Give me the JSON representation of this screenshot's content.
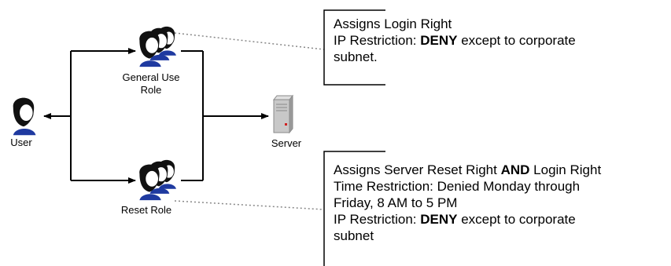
{
  "nodes": {
    "general_use_role": "General Use Role",
    "reset_role": "Reset Role",
    "user": "User",
    "server": "Server"
  },
  "callouts": {
    "general": {
      "line1": "Assigns Login Right",
      "line2_prefix": "IP Restriction:  ",
      "line2_bold": "DENY",
      "line2_suffix": " except to corporate",
      "line3": "subnet."
    },
    "reset": {
      "line1_prefix": "Assigns Server Reset Right ",
      "line1_bold": "AND",
      "line1_suffix": " Login Right",
      "line2": "Time Restriction:  Denied Monday through",
      "line3": "Friday, 8 AM to 5 PM",
      "line4_prefix": "IP Restriction:  ",
      "line4_bold": "DENY",
      "line4_suffix": " except to corporate",
      "line5": "subnet"
    }
  },
  "icons": {
    "role_group": "people-group-icon",
    "user": "person-icon",
    "server": "server-icon"
  },
  "colors": {
    "line": "#000000",
    "dotted": "#888888",
    "hair": "#111111",
    "shirt": "#1f3aa0",
    "skin": "#ffffff",
    "server": "#c8c8c8",
    "server_dark": "#8a8a8a",
    "server_led": "#d02020"
  }
}
